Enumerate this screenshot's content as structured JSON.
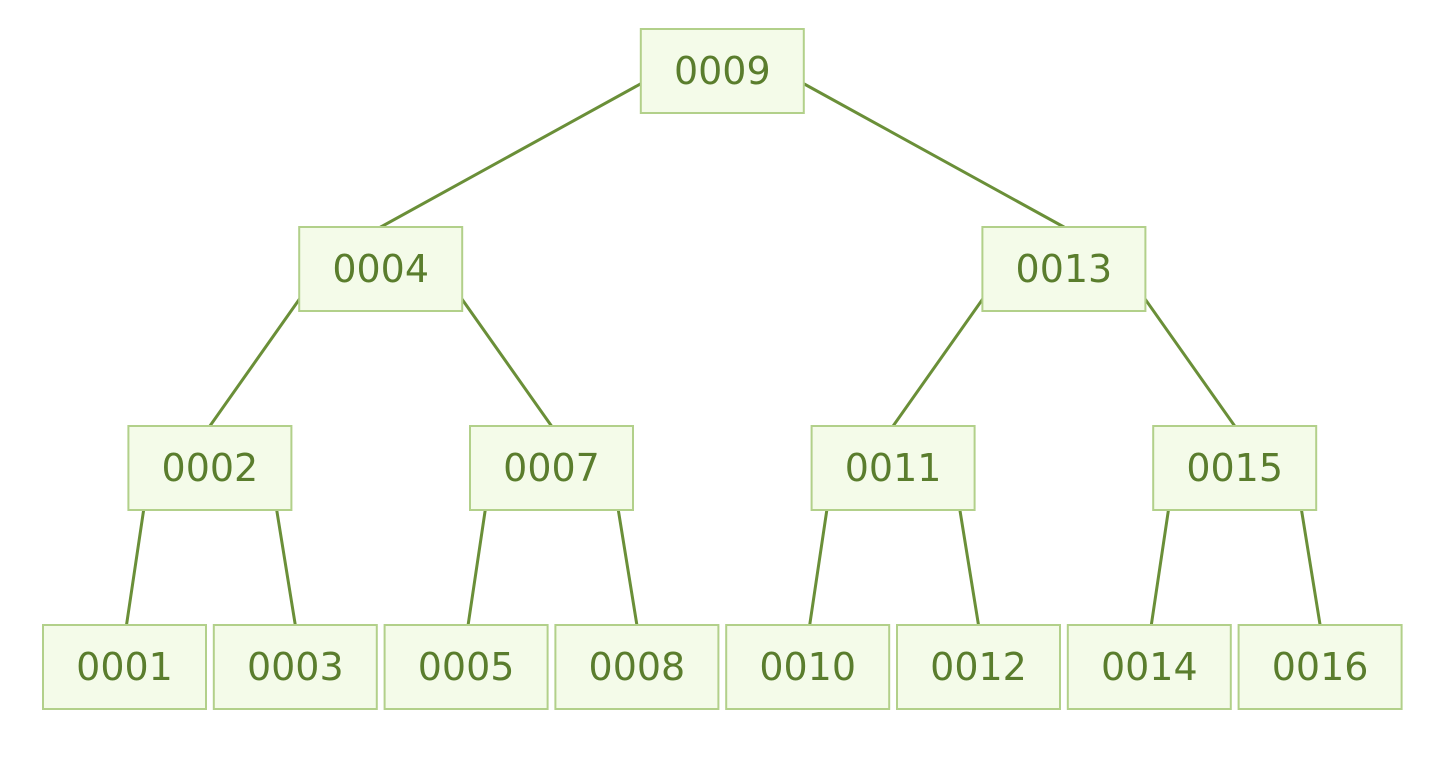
{
  "tree": {
    "colors": {
      "node_fill": "#f4fbe9",
      "node_border": "#b2d08a",
      "edge": "#6a8f38",
      "text": "#5a7d2d"
    },
    "root": {
      "label": "0009",
      "children": [
        {
          "label": "0004",
          "children": [
            {
              "label": "0002",
              "children": [
                {
                  "label": "0001",
                  "children": []
                },
                {
                  "label": "0003",
                  "children": []
                }
              ]
            },
            {
              "label": "0007",
              "children": [
                {
                  "label": "0005",
                  "children": []
                },
                {
                  "label": "0008",
                  "children": []
                }
              ]
            }
          ]
        },
        {
          "label": "0013",
          "children": [
            {
              "label": "0011",
              "children": [
                {
                  "label": "0010",
                  "children": []
                },
                {
                  "label": "0012",
                  "children": []
                }
              ]
            },
            {
              "label": "0015",
              "children": [
                {
                  "label": "0014",
                  "children": []
                },
                {
                  "label": "0016",
                  "children": []
                }
              ]
            }
          ]
        }
      ]
    }
  }
}
